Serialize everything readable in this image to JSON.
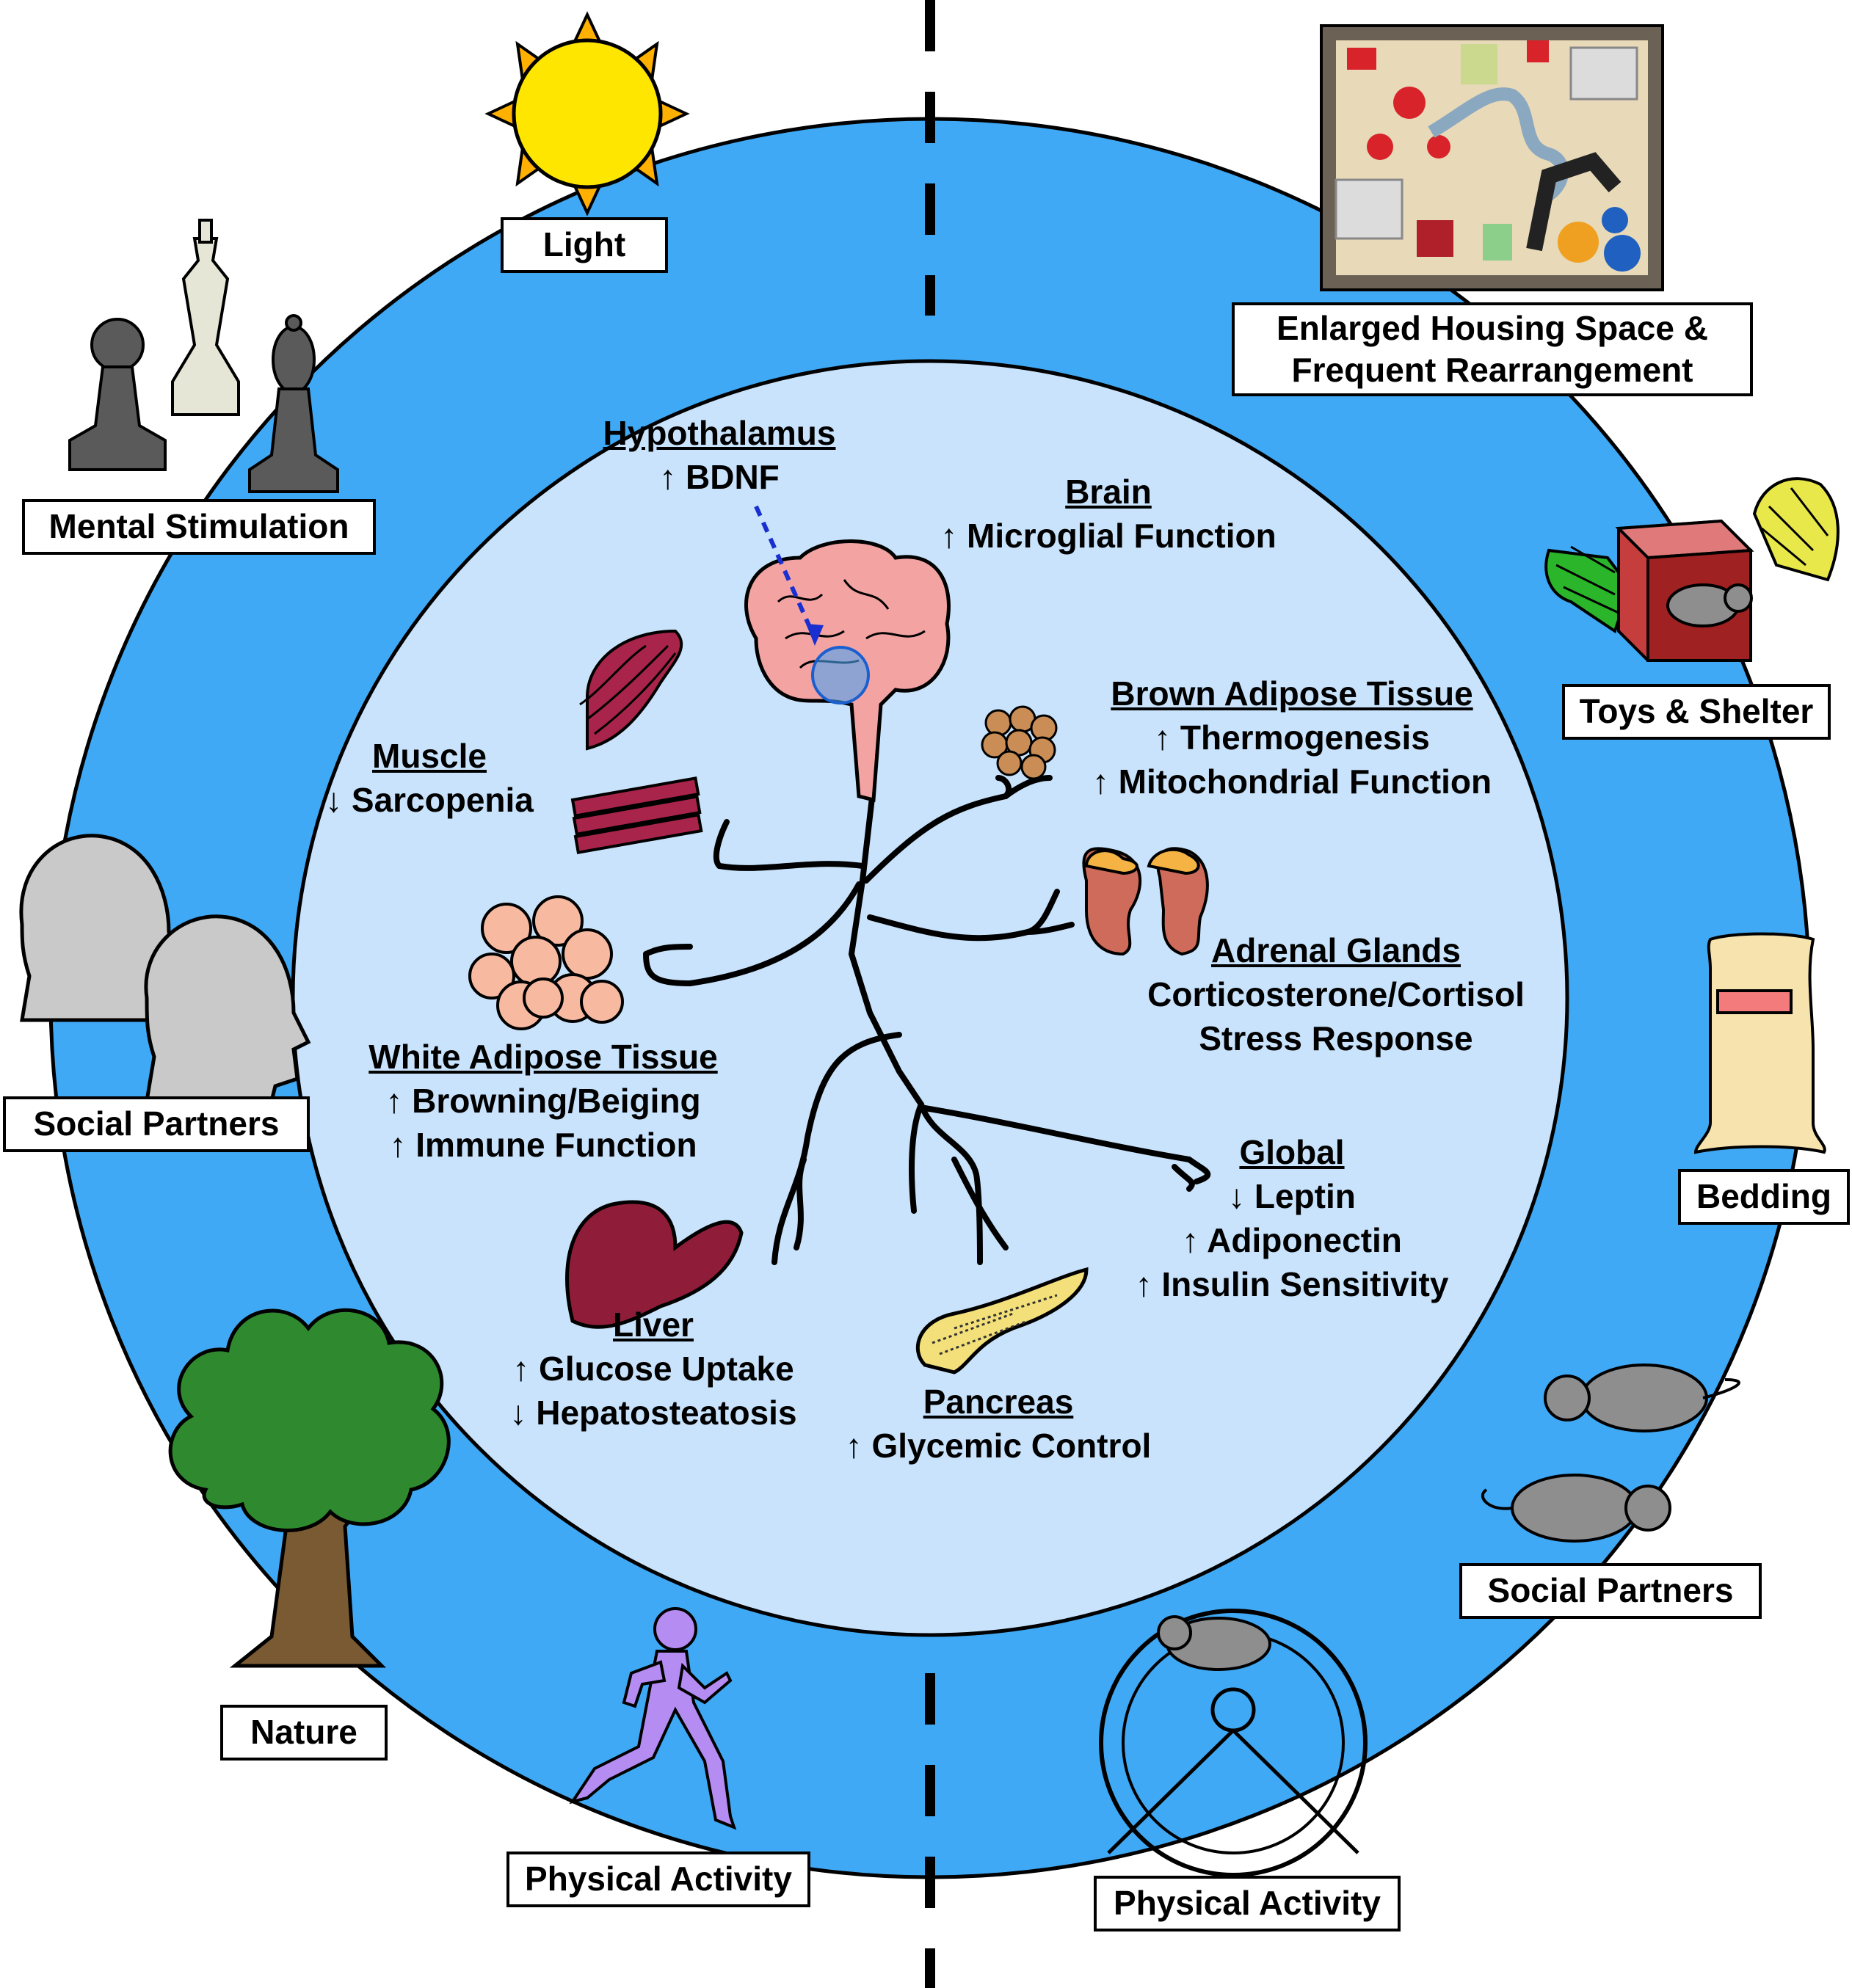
{
  "environment_labels": {
    "light": "Light",
    "mental_stimulation": "Mental Stimulation",
    "social_partners_human": "Social Partners",
    "nature": "Nature",
    "physical_activity_human": "Physical Activity",
    "housing_line1": "Enlarged Housing Space &",
    "housing_line2": "Frequent Rearrangement",
    "toys_shelter": "Toys & Shelter",
    "bedding": "Bedding",
    "social_partners_mouse": "Social Partners",
    "physical_activity_mouse": "Physical Activity"
  },
  "organs": {
    "hypothalamus": {
      "title": "Hypothalamus",
      "lines": [
        "↑ BDNF"
      ]
    },
    "brain": {
      "title": "Brain",
      "lines": [
        "↑ Microglial Function"
      ]
    },
    "bat": {
      "title": "Brown Adipose Tissue",
      "lines": [
        "↑ Thermogenesis",
        "↑ Mitochondrial Function"
      ]
    },
    "muscle": {
      "title": "Muscle",
      "lines": [
        "↓ Sarcopenia"
      ]
    },
    "adrenal": {
      "title": "Adrenal Glands",
      "lines": [
        "Corticosterone/Cortisol",
        "Stress Response"
      ]
    },
    "wat": {
      "title": "White Adipose Tissue",
      "lines": [
        "↑ Browning/Beiging",
        "↑ Immune Function"
      ]
    },
    "global": {
      "title": "Global",
      "lines": [
        "↓ Leptin",
        "↑ Adiponectin",
        "↑ Insulin Sensitivity"
      ]
    },
    "liver": {
      "title": "Liver",
      "lines": [
        "↑ Glucose Uptake",
        "↓ Hepatosteatosis"
      ]
    },
    "pancreas": {
      "title": "Pancreas",
      "lines": [
        "↑ Glycemic Control"
      ]
    }
  },
  "colors": {
    "outer_ring": "#3fa9f5",
    "inner_disc": "#c8e3fb",
    "brain": "#f4a3a3",
    "hypothalamus_marker": "#4aa3f0",
    "muscle": "#a8244a",
    "liver": "#8f1d3a",
    "pancreas": "#f3e07a",
    "wat": "#f8b9a1",
    "bat": "#c98d55",
    "adrenal": "#cf6b5a",
    "sun": "#ffe600",
    "tree_trunk": "#7a5a32",
    "tree_canopy": "#2f8a2f",
    "runner": "#b58cf2",
    "mouse": "#8e8e8e"
  }
}
